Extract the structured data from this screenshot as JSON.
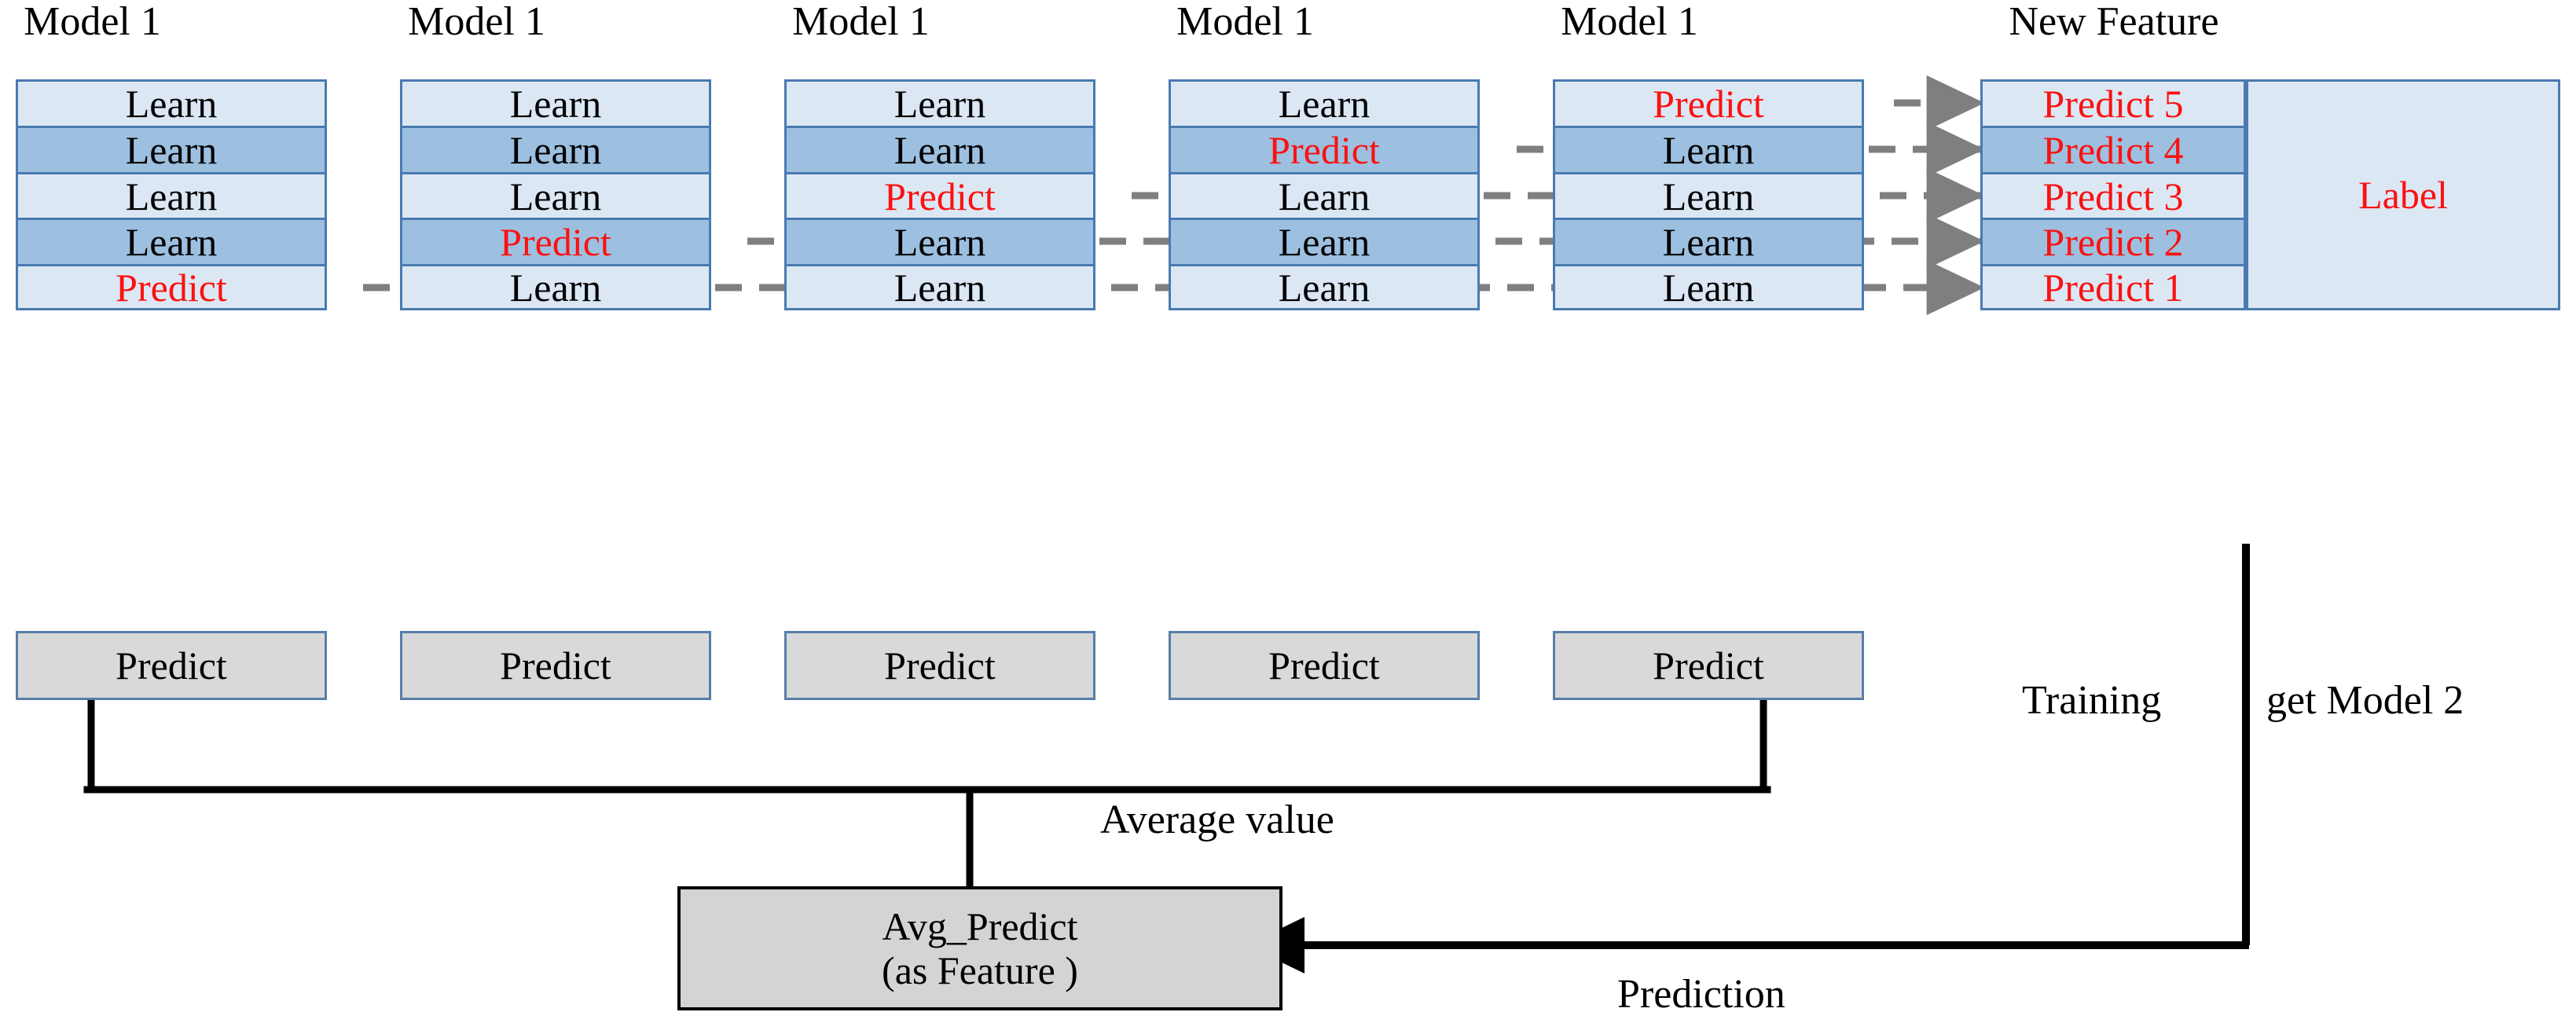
{
  "diagram": {
    "title": "Stacking ensemble cross-validation diagram",
    "colors": {
      "cell_light": "#dce7f4",
      "cell_dark": "#9dc0e0",
      "cell_border": "#4a7ab0",
      "predict_red": "#fb1111",
      "grey_fill": "#d9d9d9",
      "grey_border": "#587ea9",
      "avg_fill": "#d4d4d4",
      "wire_black": "#000000",
      "wire_dashed_gray": "#7f7f7f"
    }
  },
  "headers": [
    {
      "label": "Model 1"
    },
    {
      "label": "Model 1"
    },
    {
      "label": "Model 1"
    },
    {
      "label": "Model 1"
    },
    {
      "label": "Model 1"
    },
    {
      "label": "New Feature"
    }
  ],
  "fold_columns": [
    {
      "name": "fold-1",
      "cells": [
        {
          "text": "Learn",
          "kind": "learn",
          "shade": "light"
        },
        {
          "text": "Learn",
          "kind": "learn",
          "shade": "dark"
        },
        {
          "text": "Learn",
          "kind": "learn",
          "shade": "light"
        },
        {
          "text": "Learn",
          "kind": "learn",
          "shade": "dark"
        },
        {
          "text": "Predict",
          "kind": "predict",
          "shade": "light"
        }
      ]
    },
    {
      "name": "fold-2",
      "cells": [
        {
          "text": "Learn",
          "kind": "learn",
          "shade": "light"
        },
        {
          "text": "Learn",
          "kind": "learn",
          "shade": "dark"
        },
        {
          "text": "Learn",
          "kind": "learn",
          "shade": "light"
        },
        {
          "text": "Predict",
          "kind": "predict",
          "shade": "dark"
        },
        {
          "text": "Learn",
          "kind": "learn",
          "shade": "light"
        }
      ]
    },
    {
      "name": "fold-3",
      "cells": [
        {
          "text": "Learn",
          "kind": "learn",
          "shade": "light"
        },
        {
          "text": "Learn",
          "kind": "learn",
          "shade": "dark"
        },
        {
          "text": "Predict",
          "kind": "predict",
          "shade": "light"
        },
        {
          "text": "Learn",
          "kind": "learn",
          "shade": "dark"
        },
        {
          "text": "Learn",
          "kind": "learn",
          "shade": "light"
        }
      ]
    },
    {
      "name": "fold-4",
      "cells": [
        {
          "text": "Learn",
          "kind": "learn",
          "shade": "light"
        },
        {
          "text": "Predict",
          "kind": "predict",
          "shade": "dark"
        },
        {
          "text": "Learn",
          "kind": "learn",
          "shade": "light"
        },
        {
          "text": "Learn",
          "kind": "learn",
          "shade": "dark"
        },
        {
          "text": "Learn",
          "kind": "learn",
          "shade": "light"
        }
      ]
    },
    {
      "name": "fold-5",
      "cells": [
        {
          "text": "Predict",
          "kind": "predict",
          "shade": "light"
        },
        {
          "text": "Learn",
          "kind": "learn",
          "shade": "dark"
        },
        {
          "text": "Learn",
          "kind": "learn",
          "shade": "light"
        },
        {
          "text": "Learn",
          "kind": "learn",
          "shade": "dark"
        },
        {
          "text": "Learn",
          "kind": "learn",
          "shade": "light"
        }
      ]
    },
    {
      "name": "new-feature",
      "cells": [
        {
          "text": "Predict 5",
          "kind": "predict",
          "shade": "light"
        },
        {
          "text": "Predict 4",
          "kind": "predict",
          "shade": "dark"
        },
        {
          "text": "Predict 3",
          "kind": "predict",
          "shade": "light"
        },
        {
          "text": "Predict 2",
          "kind": "predict",
          "shade": "dark"
        },
        {
          "text": "Predict 1",
          "kind": "predict",
          "shade": "light"
        }
      ]
    }
  ],
  "label_column": {
    "text": "Label"
  },
  "bottom_predict_boxes": [
    {
      "text": "Predict"
    },
    {
      "text": "Predict"
    },
    {
      "text": "Predict"
    },
    {
      "text": "Predict"
    },
    {
      "text": "Predict"
    }
  ],
  "avg_box": {
    "line1": "Avg_Predict",
    "line2": "(as Feature )"
  },
  "captions": {
    "average_value": "Average value",
    "training": "Training",
    "get_model2": "get Model 2",
    "prediction": "Prediction"
  }
}
